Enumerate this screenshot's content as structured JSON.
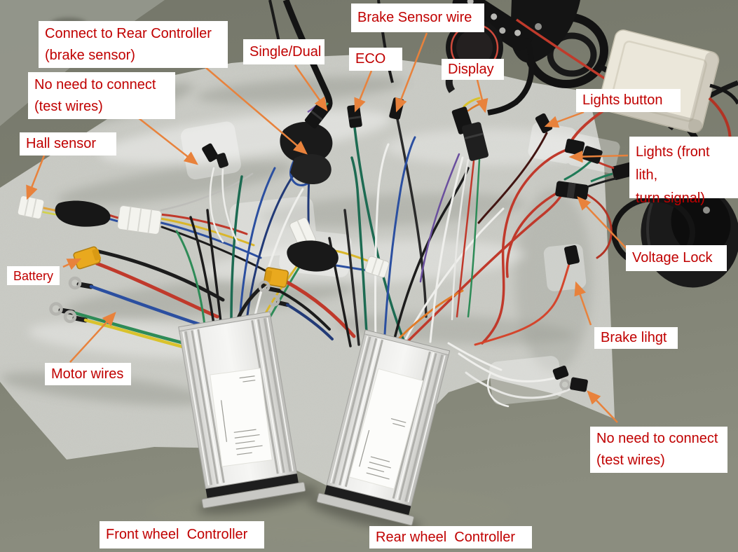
{
  "photo": {
    "annotations": [
      {
        "id": "connect-to-rear-controller",
        "text": "Connect to Rear Controller\n(brake sensor)"
      },
      {
        "id": "no-need-to-connect-top",
        "text": "No need to connect\n(test wires)"
      },
      {
        "id": "hall-sensor",
        "text": "Hall sensor"
      },
      {
        "id": "single-dual",
        "text": "Single/Dual"
      },
      {
        "id": "eco",
        "text": "ECO"
      },
      {
        "id": "brake-sensor-wire",
        "text": "Brake Sensor wire"
      },
      {
        "id": "display",
        "text": "Display"
      },
      {
        "id": "lights-button",
        "text": "Lights button"
      },
      {
        "id": "lights-front-turn-signal",
        "text": "Lights (front lith,\nturn signal)"
      },
      {
        "id": "voltage-lock",
        "text": "Voltage Lock"
      },
      {
        "id": "brake-light",
        "text": "Brake lihgt"
      },
      {
        "id": "no-need-to-connect-bottom",
        "text": "No need to connect\n(test wires)"
      },
      {
        "id": "battery",
        "text": "Battery"
      },
      {
        "id": "motor-wires",
        "text": "Motor wires"
      },
      {
        "id": "front-wheel-controller",
        "text": "Front wheel  Controller"
      },
      {
        "id": "rear-wheel-controller",
        "text": "Rear wheel  Controller"
      }
    ],
    "colors": {
      "annotation_text": "#c00000",
      "annotation_background": "#ffffff",
      "arrow": "#e8823c",
      "table": "#7d7f70",
      "foam": "#cbccc6",
      "controller_body": "#e6e6e3",
      "battery_connector": "#e9a91e",
      "wire_red": "#c0392b",
      "wire_green": "#2e8b57",
      "wire_blue": "#2b4fa0",
      "wire_yellow": "#d9b62a",
      "wire_black": "#1c1c1c",
      "wire_white": "#efefec"
    }
  }
}
